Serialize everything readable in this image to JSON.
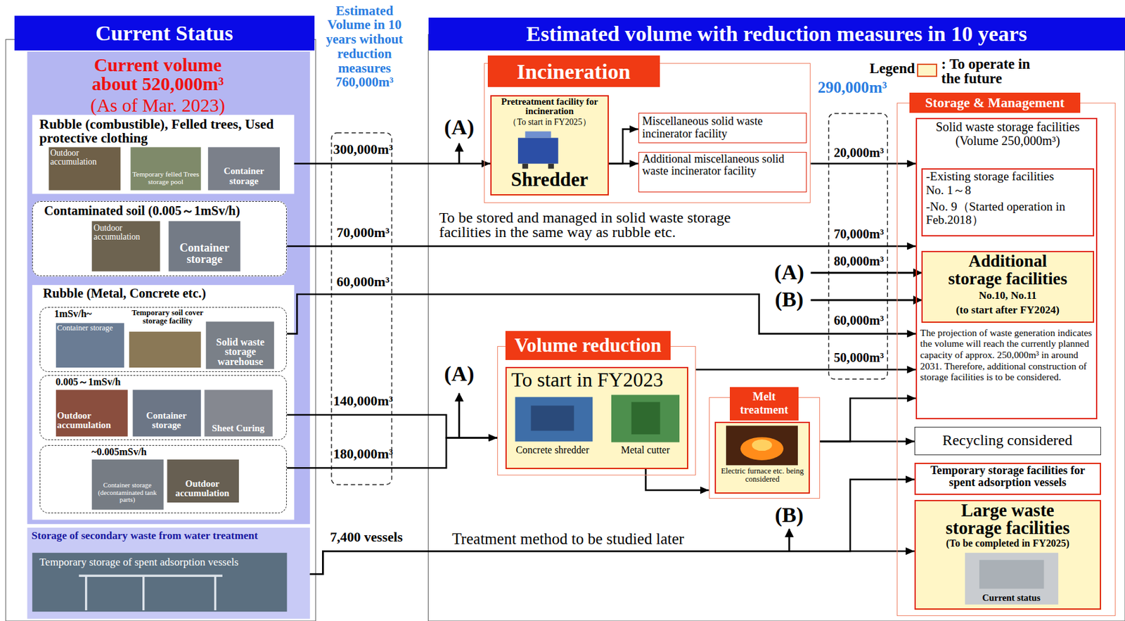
{
  "diagram": {
    "nodes": [
      {
        "text": [
          "Current Status",
          "Current volume about 520,000m³",
          "(As of Mar. 2023)"
        ]
      },
      {
        "text": [
          "Rubble (combustible), Felled trees, Used protective clothing",
          "Outdoor accumulation",
          "Temporary felled Trees storage pool",
          "Container storage"
        ],
        "in": 0
      },
      {
        "text": [
          "Contaminated soil (0.005～1mSv/h)",
          "Outdoor accumulation",
          "Container storage"
        ],
        "in": 0
      },
      {
        "text": [
          "Rubble (Metal, Concrete etc.)"
        ],
        "in": 0
      },
      {
        "text": [
          "1mSv/h~",
          "Container storage",
          "Temporary soil cover storage facility",
          "Solid waste storage warehouse"
        ],
        "in": 3
      },
      {
        "text": [
          "0.005～1mSv/h",
          "Outdoor accumulation",
          "Container storage",
          "Sheet Curing"
        ],
        "in": 3
      },
      {
        "text": [
          "~0.005mSv/h",
          "Container storage (decontaminated tank parts)",
          "Outdoor accumulation"
        ],
        "in": 3
      },
      {
        "text": [
          "Storage of secondary waste from water treatment",
          "Temporary storage of spent adsorption vessels"
        ],
        "in": 0
      },
      {
        "text": [
          "Estimated volume with reduction measures in 10 years"
        ]
      },
      {
        "text": [
          "Incineration"
        ],
        "in": 8
      },
      {
        "text": [
          "Pretreatment facility for incineration",
          "（To start in FY2025）",
          "Shredder"
        ],
        "in": 9
      },
      {
        "text": [
          "Miscellaneous solid waste incinerator facility"
        ],
        "in": 9
      },
      {
        "text": [
          "Additional miscellaneous solid waste incinerator facility"
        ],
        "in": 9
      },
      {
        "text": [
          "Storage & Management"
        ],
        "in": 8
      },
      {
        "text": [
          "Solid waste storage facilities (Volume 250,000m³)",
          "The projection of waste generation indicates the volume will reach the currently planned capacity of approx. 250,000m³ in around 2031. Therefore, additional construction of storage facilities is to be considered."
        ],
        "in": 13
      },
      {
        "text": [
          "-Existing storage facilities No. 1～8",
          "-No. 9（Started operation in Feb.2018）"
        ],
        "in": 14
      },
      {
        "text": [
          "Additional storage facilities",
          "No.10, No.11",
          "(to start after FY2024)"
        ],
        "in": 14
      },
      {
        "text": [
          "Volume reduction"
        ],
        "in": 8
      },
      {
        "text": [
          "To start in FY2023",
          "Concrete shredder",
          "Metal cutter"
        ],
        "in": 17
      },
      {
        "text": [
          "Melt treatment"
        ],
        "in": 8
      },
      {
        "text": [
          "Electric furnace etc. being considered"
        ],
        "in": 19
      },
      {
        "text": [
          "Recycling considered"
        ],
        "in": 13
      },
      {
        "text": [
          "Temporary storage facilities for spent adsorption vessels"
        ],
        "in": 13
      },
      {
        "text": [
          "Large waste storage facilities",
          "(To be completed in FY2025)",
          "Current status"
        ],
        "in": 13
      }
    ],
    "edges": [
      {
        "from": 1,
        "to": 10,
        "arrow": "to"
      },
      {
        "from": 10,
        "to": 11,
        "arrow": "to"
      },
      {
        "from": 10,
        "to": 12,
        "arrow": "to"
      },
      {
        "from": 9,
        "to": 14,
        "arrow": "to"
      },
      {
        "from": 2,
        "to": 14,
        "label": "To be stored and managed in solid waste storage facilities in the same way as rubble etc.",
        "arrow": "to"
      },
      {
        "from": 4,
        "to": 14,
        "arrow": "to"
      },
      {
        "from": 5,
        "to": 17,
        "arrow": "to"
      },
      {
        "from": 6,
        "to": 17,
        "arrow": "to"
      },
      {
        "from": 17,
        "to": 14,
        "arrow": "to"
      },
      {
        "from": 18,
        "to": 19,
        "arrow": "to"
      },
      {
        "from": 19,
        "to": 14,
        "arrow": "to"
      },
      {
        "from": 19,
        "to": 21,
        "arrow": "to"
      },
      {
        "from": 7,
        "to": 22,
        "arrow": "to"
      },
      {
        "from": 7,
        "to": 23,
        "label": "Treatment method to be studied later",
        "arrow": "to"
      }
    ],
    "labels": [
      "Estimated Volume in 10 years without reduction measures 760,000m³",
      "300,000m³",
      "(A)",
      "70,000m³",
      "60,000m³",
      "140,000m³",
      "180,000m³",
      "(A)",
      "7,400 vessels",
      "Legend",
      "290,000m³",
      "20,000m³",
      "70,000m³",
      "(A)",
      "80,000m³",
      "(B)",
      "60,000m³",
      "50,000m³",
      "(B)"
    ],
    "legend": [
      {
        "text": ": To operate in the future",
        "color": "#fff6c6"
      }
    ]
  }
}
